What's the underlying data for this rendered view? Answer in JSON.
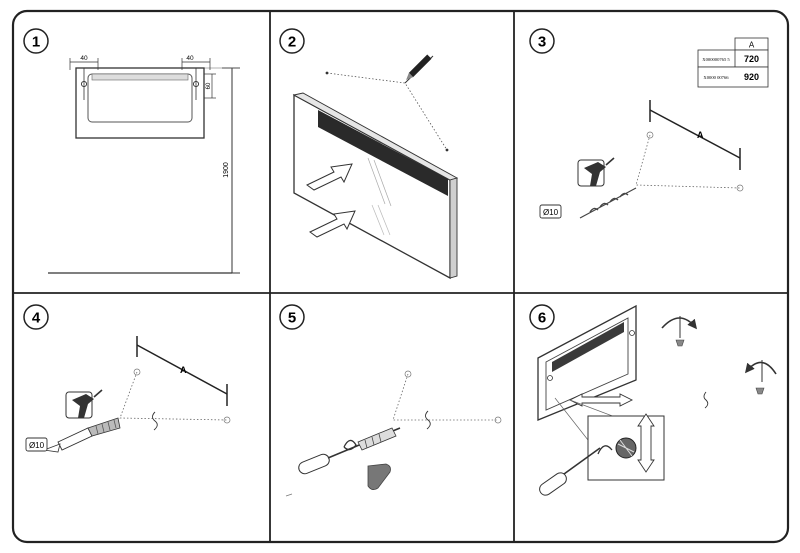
{
  "steps": [
    {
      "number": "1"
    },
    {
      "number": "2"
    },
    {
      "number": "3"
    },
    {
      "number": "4"
    },
    {
      "number": "5"
    },
    {
      "number": "6"
    }
  ],
  "panel1": {
    "dim_left": "40",
    "dim_right": "40",
    "dim_small": "60",
    "dim_height": "1900"
  },
  "panel3": {
    "table_header": "A",
    "rows": [
      {
        "code": "X000000765 5",
        "value": "720"
      },
      {
        "code": "X0000 00766",
        "value": "920"
      }
    ],
    "dimension_label": "A",
    "drill_label": "Ø10"
  },
  "panel4": {
    "dimension_label": "A",
    "drill_label": "Ø10"
  },
  "colors": {
    "frame": "#222222",
    "line": "#333333",
    "dashed": "#555555",
    "light_fill": "#f2f2f2",
    "dark_fill": "#333333"
  }
}
